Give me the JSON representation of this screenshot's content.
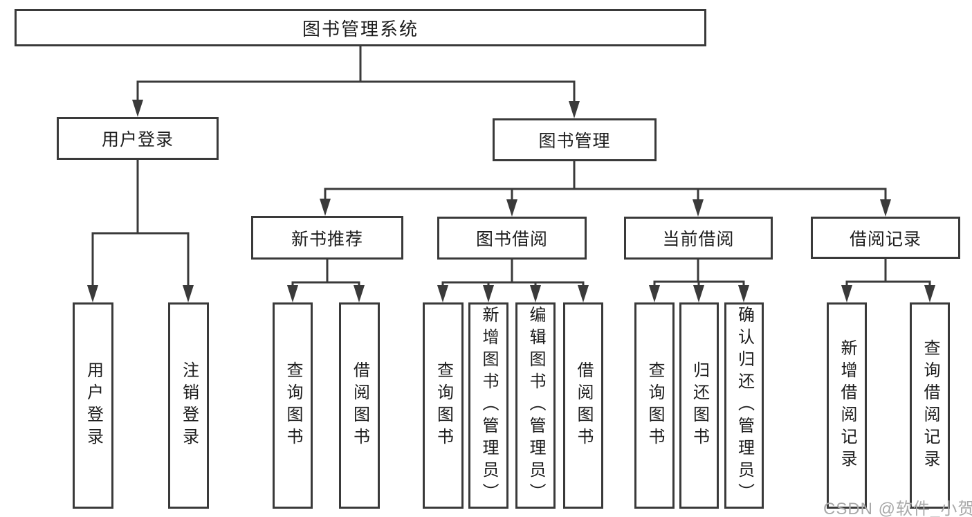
{
  "colors": {
    "line": "#3a3a3a",
    "box-border": "#3a3a3a",
    "box-fill": "#ffffff",
    "text": "#1c1c1c",
    "watermark": "#a9a9a9"
  },
  "nodes": {
    "root": "图书管理系统",
    "user_login": "用户登录",
    "book_mgmt": "图书管理",
    "new_book_rec": "新书推荐",
    "book_borrow": "图书借阅",
    "current_borrow": "当前借阅",
    "borrow_records": "借阅记录",
    "leaf_login": "用户登录",
    "leaf_logout": "注销登录",
    "rec_query": "查询图书",
    "rec_borrow": "借阅图书",
    "bb_query": "查询图书",
    "bb_add": "新增图书（管理员）",
    "bb_edit": "编辑图书（管理员）",
    "bb_borrow": "借阅图书",
    "cb_query": "查询图书",
    "cb_return": "归还图书",
    "cb_confirm": "确认归还（管理员）",
    "br_add": "新增借阅记录",
    "br_query": "查询借阅记录"
  },
  "watermark": "CSDN @软件_小贺同学"
}
